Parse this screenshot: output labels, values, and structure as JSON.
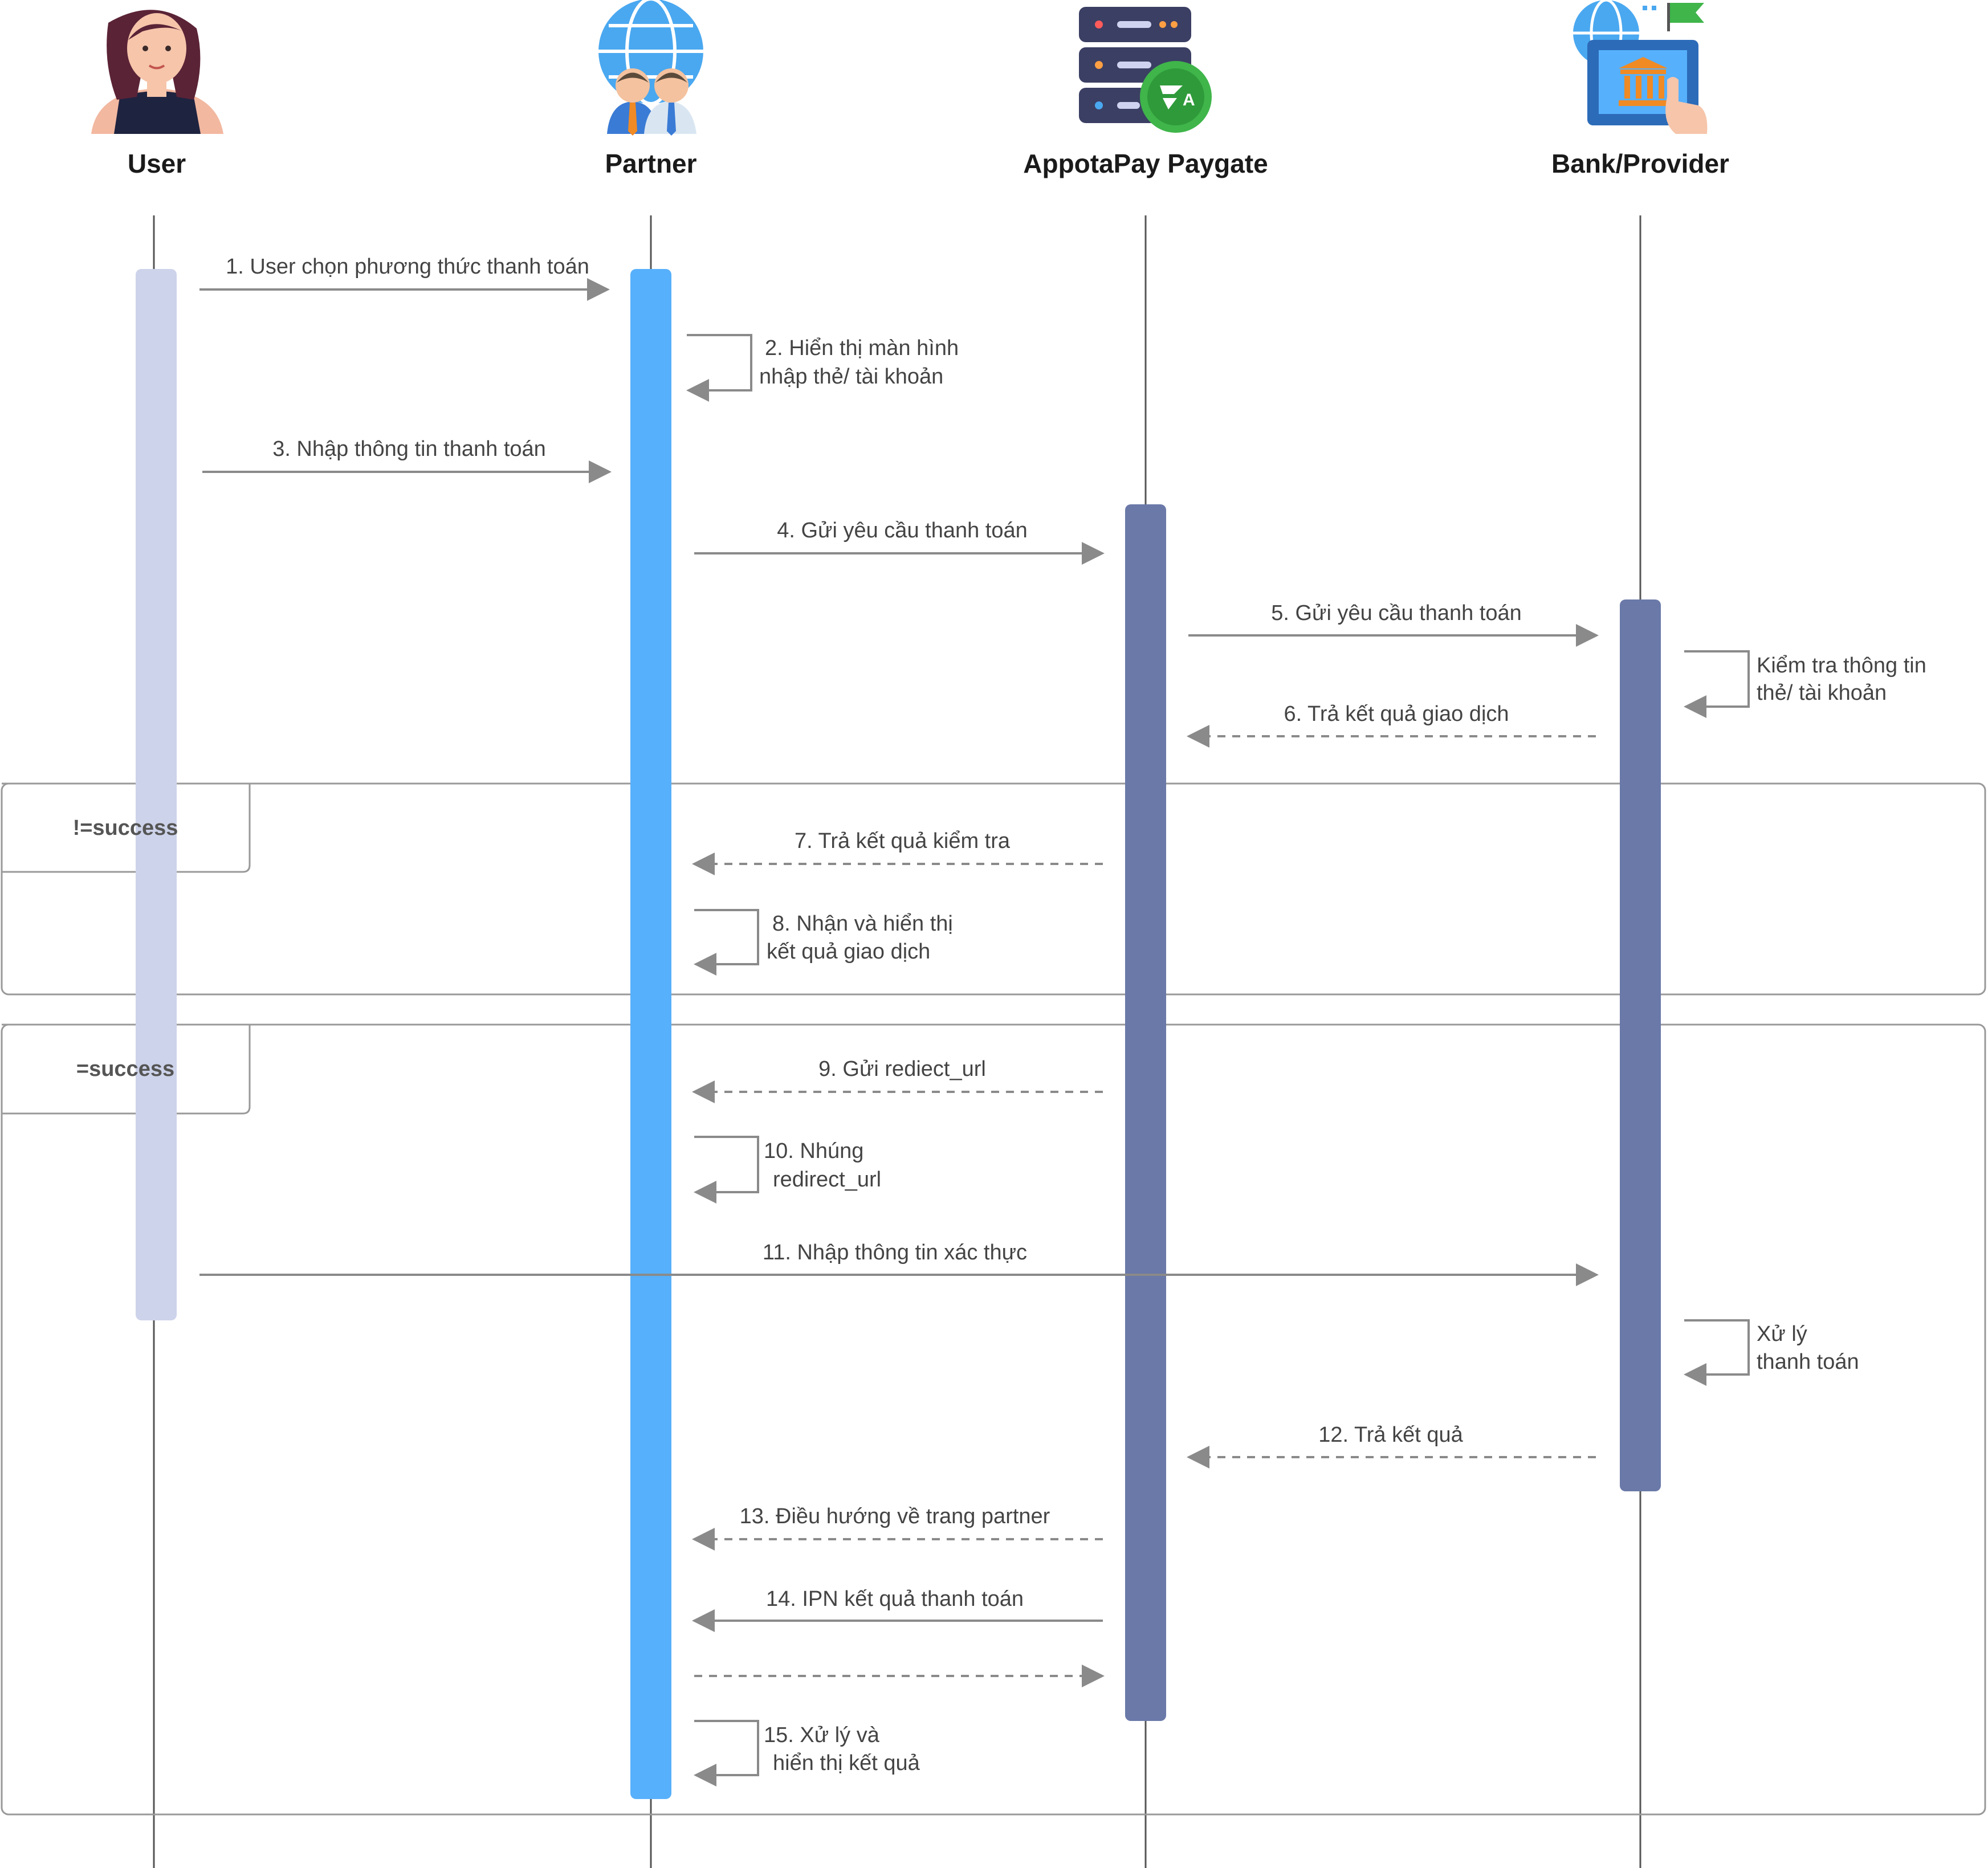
{
  "participants": [
    {
      "id": "user",
      "label": "User",
      "icon": "woman-avatar-icon"
    },
    {
      "id": "partner",
      "label": "Partner",
      "icon": "globe-people-icon"
    },
    {
      "id": "paygate",
      "label": "AppotaPay Paygate",
      "icon": "server-logo-icon"
    },
    {
      "id": "bank",
      "label": "Bank/Provider",
      "icon": "bank-screen-icon"
    }
  ],
  "colors": {
    "user_activation": "#cdd3ea",
    "partner_activation": "#57b0fb",
    "paygate_activation": "#6a79a8",
    "bank_activation": "#6a79a8",
    "arrow": "#8a8a8a",
    "frame": "#999999"
  },
  "fragments": [
    {
      "id": "fail",
      "label": "!=success"
    },
    {
      "id": "ok",
      "label": "=success"
    }
  ],
  "messages": [
    {
      "id": "m1",
      "label": "1. User chọn phương thức thanh toán",
      "from": "user",
      "to": "partner",
      "style": "solid"
    },
    {
      "id": "m2",
      "lines": [
        "2. Hiển thị màn hình",
        "nhập thẻ/ tài khoản"
      ],
      "from": "partner",
      "to": "partner",
      "style": "self"
    },
    {
      "id": "m3",
      "label": "3. Nhập thông tin thanh toán",
      "from": "user",
      "to": "partner",
      "style": "solid"
    },
    {
      "id": "m4",
      "label": "4. Gửi yêu cầu thanh toán",
      "from": "partner",
      "to": "paygate",
      "style": "solid"
    },
    {
      "id": "m5",
      "label": "5. Gửi yêu cầu thanh toán",
      "from": "paygate",
      "to": "bank",
      "style": "solid"
    },
    {
      "id": "m5b",
      "lines": [
        "Kiểm tra thông tin",
        "thẻ/ tài khoản"
      ],
      "from": "bank",
      "to": "bank",
      "style": "self"
    },
    {
      "id": "m6",
      "label": "6. Trả kết quả giao dịch",
      "from": "bank",
      "to": "paygate",
      "style": "dashed"
    },
    {
      "id": "m7",
      "label": "7. Trả kết quả kiểm tra",
      "from": "paygate",
      "to": "partner",
      "style": "dashed"
    },
    {
      "id": "m8",
      "lines": [
        "8. Nhận và hiển thị",
        "kết quả giao dịch"
      ],
      "from": "partner",
      "to": "partner",
      "style": "self"
    },
    {
      "id": "m9",
      "label": "9. Gửi rediect_url",
      "from": "paygate",
      "to": "partner",
      "style": "dashed"
    },
    {
      "id": "m10",
      "lines": [
        "10. Nhúng",
        "redirect_url"
      ],
      "from": "partner",
      "to": "partner",
      "style": "self"
    },
    {
      "id": "m11",
      "label": "11. Nhập thông tin xác thực",
      "from": "user",
      "to": "bank",
      "style": "solid"
    },
    {
      "id": "m11b",
      "lines": [
        "Xử lý",
        "thanh toán"
      ],
      "from": "bank",
      "to": "bank",
      "style": "self"
    },
    {
      "id": "m12",
      "label": "12. Trả kết quả",
      "from": "bank",
      "to": "paygate",
      "style": "dashed"
    },
    {
      "id": "m13",
      "label": "13. Điều hướng về trang partner",
      "from": "paygate",
      "to": "partner",
      "style": "dashed"
    },
    {
      "id": "m14",
      "label": "14. IPN kết quả thanh toán",
      "from": "paygate",
      "to": "partner",
      "style": "solid"
    },
    {
      "id": "m14b",
      "label": "",
      "from": "partner",
      "to": "paygate",
      "style": "dashed"
    },
    {
      "id": "m15",
      "lines": [
        "15. Xử lý và",
        "hiển thị kết quả"
      ],
      "from": "partner",
      "to": "partner",
      "style": "self"
    }
  ]
}
